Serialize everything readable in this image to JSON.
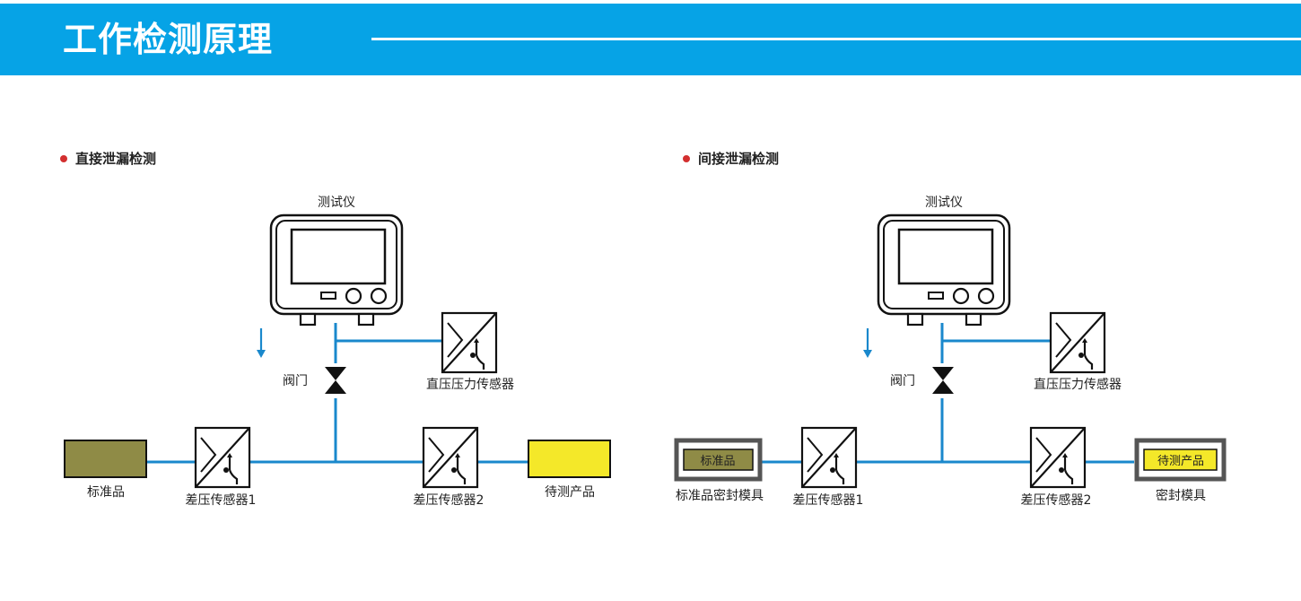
{
  "header": {
    "title": "工作检测原理"
  },
  "colors": {
    "header_bg": "#06a3e6",
    "pipe": "#1a88cc",
    "bullet": "#d32f2f",
    "standard_fill": "#8f8b46",
    "product_fill": "#f4e829",
    "fixture_frame": "#555555"
  },
  "left": {
    "section_title": "直接泄漏检测",
    "tester_label": "测试仪",
    "valve_label": "阀门",
    "direct_sensor_label": "直压压力传感器",
    "sensor1_label": "差压传感器1",
    "sensor2_label": "差压传感器2",
    "standard_label": "标准品",
    "product_label": "待测产品"
  },
  "right": {
    "section_title": "间接泄漏检测",
    "tester_label": "测试仪",
    "valve_label": "阀门",
    "direct_sensor_label": "直压压力传感器",
    "sensor1_label": "差压传感器1",
    "sensor2_label": "差压传感器2",
    "standard_inner": "标准品",
    "standard_label": "标准品密封模具",
    "product_inner": "待测产品",
    "product_label": "密封模具"
  }
}
